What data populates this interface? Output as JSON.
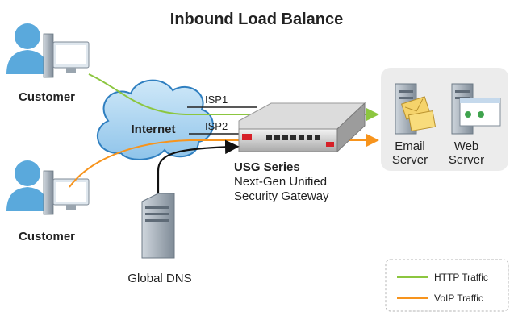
{
  "title": "Inbound Load Balance",
  "nodes": {
    "customer_top": "Customer",
    "customer_bottom": "Customer",
    "internet": "Internet",
    "isp1": "ISP1",
    "isp2": "ISP2",
    "usg_title": "USG Series",
    "usg_line1": "Next-Gen Unified",
    "usg_line2": "Security Gateway",
    "email_line1": "Email",
    "email_line2": "Server",
    "web_line1": "Web",
    "web_line2": "Server",
    "dns": "Global DNS"
  },
  "legend": {
    "http": "HTTP Traffic",
    "voip": "VoIP Traffic"
  },
  "colors": {
    "http": "#8cc63f",
    "voip": "#f7941d",
    "person": "#5aa9dc",
    "cloud": "#a8d4f0",
    "cloud_stroke": "#2f7fc0",
    "server_panel": "#ececec",
    "device": "#cfcfcf",
    "isp_line": "#222222"
  }
}
